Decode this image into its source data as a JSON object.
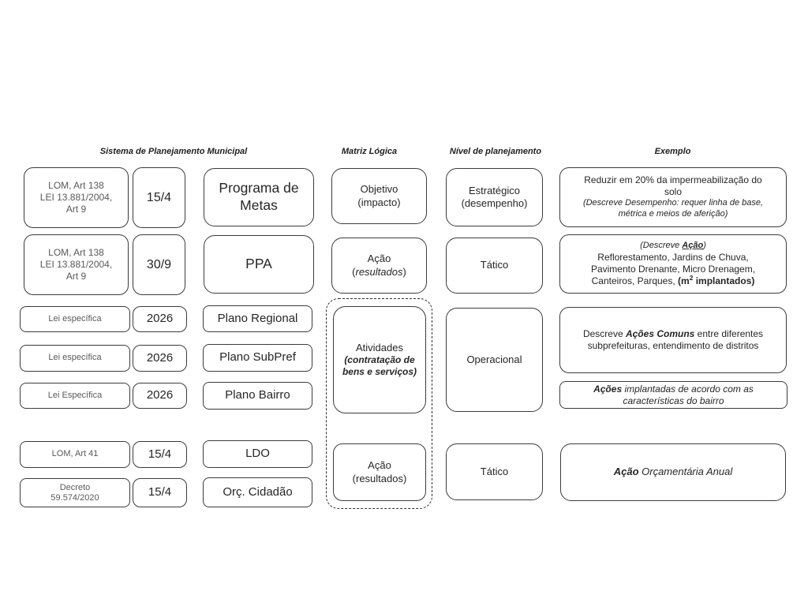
{
  "headers": {
    "sistema": "Sistema de Planejamento Municipal",
    "matriz": "Matriz Lógica",
    "nivel": "Nível de planejamento",
    "exemplo": "Exemplo"
  },
  "legal": {
    "lom138_metas": [
      "LOM, Art 138",
      "LEI 13.881/2004,",
      "Art 9"
    ],
    "lom138_ppa": [
      "LOM, Art 138",
      "LEI 13.881/2004,",
      "Art 9"
    ],
    "lei_especifica_regional": "Lei específica",
    "lei_especifica_subpref": "Lei específica",
    "lei_especifica_bairro": "Lei Específica",
    "lom41": "LOM, Art 41",
    "decreto": [
      "Decreto",
      "59.574/2020"
    ]
  },
  "deadlines": {
    "programa_metas": "15/4",
    "ppa": "30/9",
    "plano_regional": "2026",
    "plano_subpref": "2026",
    "plano_bairro": "2026",
    "ldo": "15/4",
    "orc_cidadao": "15/4"
  },
  "instruments": {
    "programa_metas": "Programa de Metas",
    "ppa": "PPA",
    "plano_regional": "Plano Regional",
    "plano_subpref": "Plano SubPref",
    "plano_bairro": "Plano Bairro",
    "ldo": "LDO",
    "orc_cidadao": "Orç. Cidadão"
  },
  "matriz": {
    "objetivo": [
      "Objetivo",
      "(impacto)"
    ],
    "acao_ppa": {
      "l1": "Ação",
      "open": "(",
      "it": "resultados",
      "close": ")"
    },
    "atividades": {
      "l1": "Atividades",
      "l2": "(contratação de",
      "l3": "bens e serviços)"
    },
    "acao_ldo": [
      "Ação",
      "(resultados)"
    ]
  },
  "nivel": {
    "estrategico": [
      "Estratégico",
      "(desempenho)"
    ],
    "tatico_ppa": "Tático",
    "operacional": "Operacional",
    "tatico_ldo": "Tático"
  },
  "exemplo": {
    "estrategico": {
      "l1": "Reduzir em 20% da impermeabilização do",
      "l2": "solo",
      "n1": "(Descreve Desempenho: requer linha de base,",
      "n2": "métrica e meios de aferição)"
    },
    "tatico": {
      "n_open": "(Descreve ",
      "n_acao": "Ação",
      "n_close": ")",
      "l2": "Reflorestamento, Jardins de Chuva,",
      "l3": "Pavimento Drenante, Micro Drenagem,",
      "l4_pre": "Canteiros, Parques, ",
      "l4_b1": "(m",
      "l4_sup": "2",
      "l4_b2": " implantados)"
    },
    "operacional": {
      "pre": "Descreve ",
      "b": "Ações Comuns",
      "post": " entre diferentes",
      "l2": "subprefeituras, entendimento de distritos"
    },
    "bairro": {
      "b": "Ações",
      "rest": " implantadas de acordo com as",
      "l2": "características do bairro"
    },
    "orcamentaria": {
      "b": "Ação",
      "rest": " Orçamentária Anual"
    }
  },
  "colors": {
    "border": "#3b3b3b",
    "text_dark": "#262626",
    "text_gray": "#595959",
    "background": "#ffffff"
  }
}
